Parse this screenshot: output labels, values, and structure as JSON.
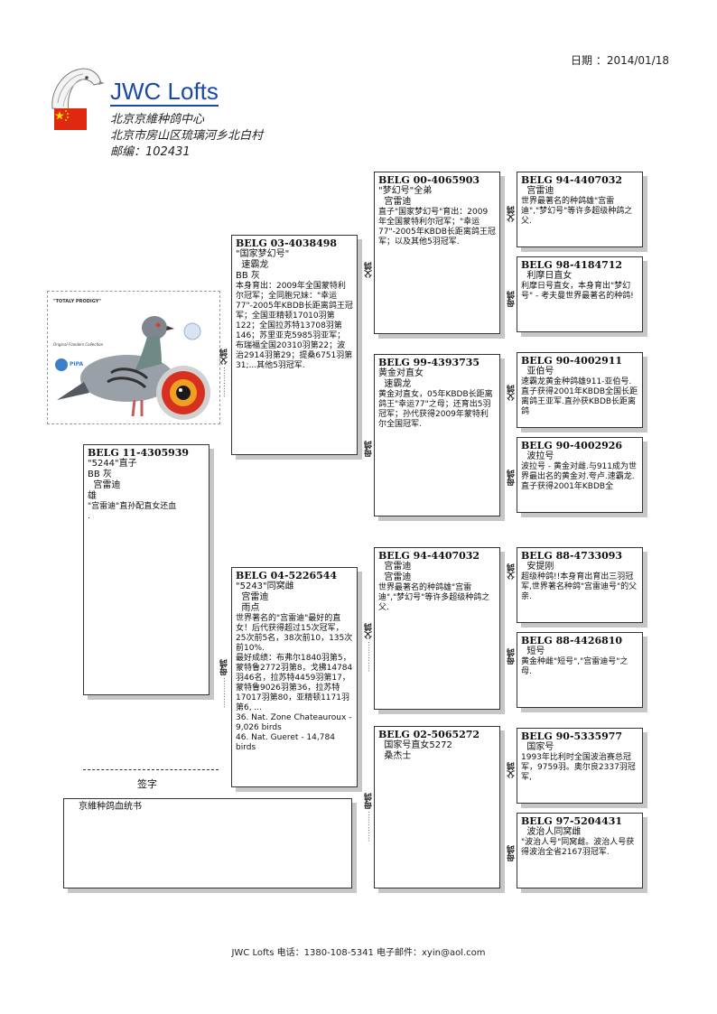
{
  "header": {
    "date": "日期 ：2014/01/18",
    "title": "JWC Lofts",
    "address_lines": [
      "北京京維种鸽中心",
      "北京市房山区琉璃河乡北白村",
      "邮编：102431"
    ]
  },
  "subject": {
    "ring": "BELG 11-4305939",
    "name": "\"5244\"直子\nBB 灰\n  宫雷迪\n雄",
    "text": "\"宫雷迪\"直孙配直女还血\n."
  },
  "sire": {
    "ring": "BELG 03-4038498",
    "name": "\"国家梦幻号\"\n  速霸龙\nBB 灰",
    "text": "本身育出：2009年全国蒙特利尔冠军；全同胞兄妹：\"幸运77\"-2005年KBDB长距离鸽王冠军；全国亚精顿17010羽第122；全国拉苏特13708羽第146；苏里亚克5985羽亚军；布瑞福全国20310羽第22；波治2914羽第29；提桑6751羽第31;...其他5羽冠军."
  },
  "dam": {
    "ring": "BELG 04-5226544",
    "name": "\"5243\"同窝雌\n  宫雷迪\n  雨点",
    "text": "世界著名的\"宫雷迪\"最好的直女！后代获得超过15次冠军，25次前5名，38次前10，135次前10%.\n最好成绩：布弗尔1840羽第5，蒙特鲁2772羽第8，戈拂14784羽46名，拉苏特4459羽第17，蒙特鲁9026羽第36，拉苏特17017羽第80，亚精顿1171羽第6, ...\n36. Nat. Zone Chateauroux - 9,026 birds\n46. Nat. Gueret - 14,784 birds"
  },
  "ss": {
    "ring": "BELG 00-4065903",
    "name": "\"梦幻号\"全弟\n  宫雷迪",
    "text": "直子\"国家梦幻号\"育出：2009年全国蒙特利尔冠军；\"幸运77\"-2005年KBDB长距离鸽王冠军；以及其他5羽冠军."
  },
  "sd": {
    "ring": "BELG 99-4393735",
    "name": "黄金对直女\n  速霸龙",
    "text": "黄金对直女，05年KBDB长距离鸽王\"幸运77\"之母；还育出5羽冠军；孙代获得2009年蒙特利尔全国冠军."
  },
  "ds": {
    "ring": "BELG 94-4407032",
    "name": "  宫雷迪\n  宫雷迪",
    "text": "世界最著名的种鸽雄\"宫雷迪\",\"梦幻号\"等许多超级种鸽之父."
  },
  "dd": {
    "ring": "BELG 02-5065272",
    "name": "  国家号直女5272\n  桑杰士",
    "text": ""
  },
  "sss": {
    "ring": "BELG 94-4407032",
    "name": "  宫雷迪",
    "text": "世界最著名的种鸽雄\"宫雷迪\",\"梦幻号\"等许多超级种鸽之父."
  },
  "ssd": {
    "ring": "BELG 98-4184712",
    "name": "  利摩日直女",
    "text": "利摩日号直女，本身育出\"梦幻号\" - 考夫曼世界最著名的种鸽!"
  },
  "sds": {
    "ring": "BELG 90-4002911",
    "name": "  亚伯号",
    "text": "速霸龙黄金种鸽雄911-亚伯号.直子获得2001年KBDB全国长距离鸽王亚军.直孙获KBDB长距离鸽"
  },
  "sdd": {
    "ring": "BELG 90-4002926",
    "name": "  波拉号",
    "text": "波拉号 - 黄金对雌.与911成为世界最出名的黄金对.夸卢.速霸龙.\n直子获得2001年KBDB全"
  },
  "dss": {
    "ring": "BELG 88-4733093",
    "name": "  安提刚",
    "text": "超级种鸽!!本身育出育出三羽冠军,世界著名种鸽\"宫雷迪号\"的父亲."
  },
  "dsd": {
    "ring": "BELG 88-4426810",
    "name": "  短号",
    "text": "黄金种雌\"短号\",\"宫雷迪号\"之母."
  },
  "dds": {
    "ring": "BELG 90-5335977",
    "name": "  国家号",
    "text": "1993年比利时全国波治赛总冠军，9759羽。奥尔良2337羽冠军,"
  },
  "ddd": {
    "ring": "BELG 97-5204431",
    "name": "  波治人同窝雌",
    "text": "\"波治人号\"同窝雌。波治人号获得波治全省2167羽冠军."
  },
  "labels": {
    "father": "父鸽",
    "mother": "母鸽",
    "dots": "............",
    "signature": "签字"
  },
  "notes": {
    "title": "京維种鸽血统书"
  },
  "photo": {
    "lines": [
      "\"TOTALY PRODIGY\"",
      "Original Flanders Collection",
      "PIPA"
    ]
  },
  "footer": "JWC Lofts 电话：1380-108-5341  电子邮件：xyin@aol.com"
}
